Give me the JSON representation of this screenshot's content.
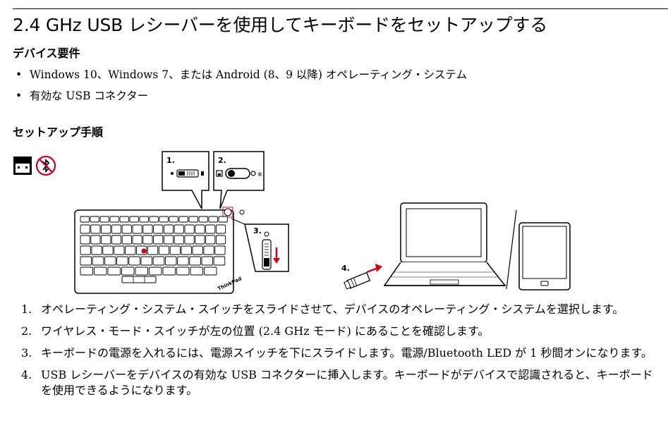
{
  "title": "2.4 GHz USB レシーバーを使用してキーボードをセットアップする",
  "requirements": {
    "heading": "デバイス要件",
    "items": [
      "Windows 10、Windows 7、または Android (8、9 以降) オペレーティング・システム",
      "有効な USB コネクター"
    ]
  },
  "setup": {
    "heading": "セットアップ手順",
    "figure": {
      "callouts": [
        "1.",
        "2.",
        "3.",
        "4."
      ],
      "keyboard_logo": "ThinkPad"
    },
    "steps": [
      {
        "num": "1.",
        "text": "オペレーティング・システム・スイッチをスライドさせて、デバイスのオペレーティング・システムを選択します。"
      },
      {
        "num": "2.",
        "text": "ワイヤレス・モード・スイッチが左の位置 (2.4 GHz モード) にあることを確認します。"
      },
      {
        "num": "3.",
        "text": "キーボードの電源を入れるには、電源スイッチを下にスライドします。電源/Bluetooth LED が 1 秒間オンになります。"
      },
      {
        "num": "4.",
        "text": "USB レシーバーをデバイスの有効な USB コネクターに挿入します。キーボードがデバイスで認識されると、キーボードを使用できるようになります。"
      }
    ]
  },
  "colors": {
    "trackpoint": "#d0021b",
    "bluetooth_disabled": "#d0021b",
    "arrow": "#d0021b"
  },
  "icons": [
    "usb-receiver-mode-icon",
    "bluetooth-disabled-icon"
  ]
}
